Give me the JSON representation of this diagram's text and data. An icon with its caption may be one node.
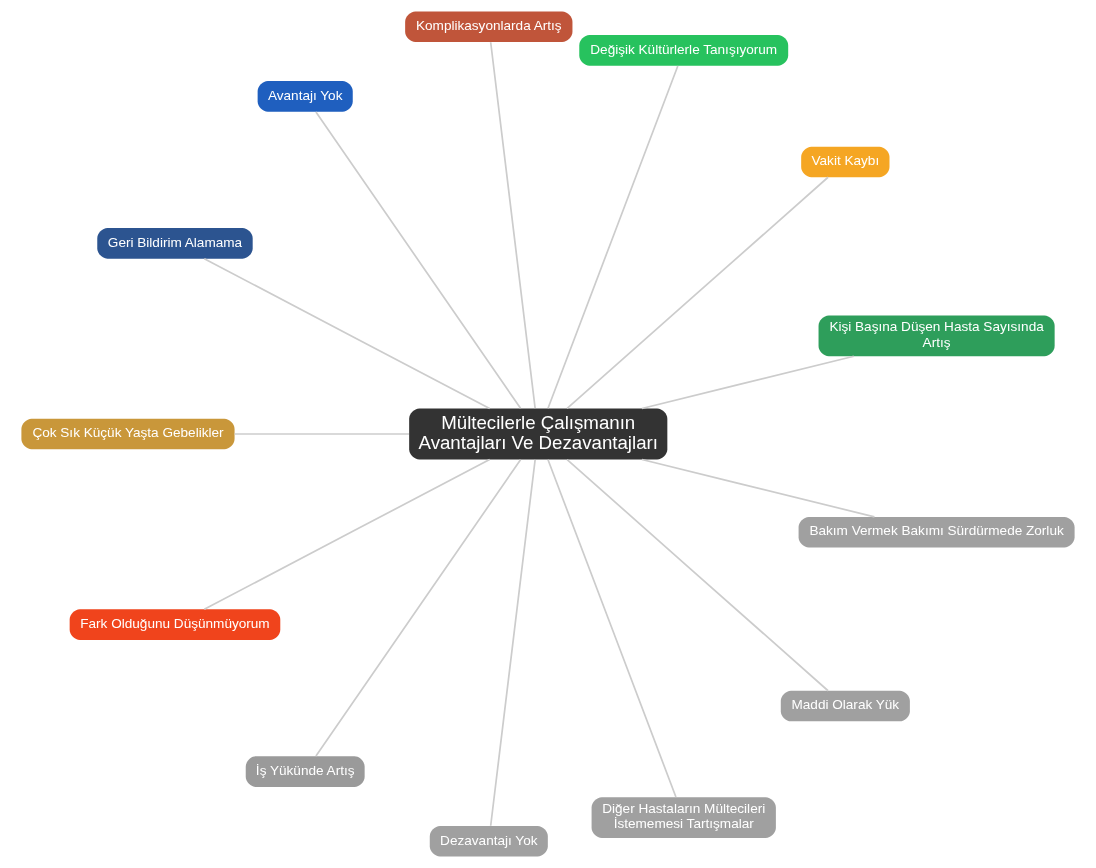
{
  "diagram": {
    "nodes": [
      {
        "text": [
          "Kişi Başına Düşen Hasta Sayısında Artış"
        ]
      },
      {
        "text": [
          "Vakit Kaybı"
        ]
      },
      {
        "text": [
          "Değişik Kültürlerle Tanışıyorum"
        ]
      },
      {
        "text": [
          "Komplikasyonlarda Artış"
        ]
      },
      {
        "text": [
          "Avantajı Yok"
        ]
      },
      {
        "text": [
          "Mültecilerle Çalışmanın Avantajları Ve Dezavantajları"
        ]
      },
      {
        "text": [
          "Geri Bildirim Alamama"
        ]
      },
      {
        "text": [
          "Çok Sık Küçük Yaşta Gebelikler"
        ]
      },
      {
        "text": [
          "Fark Olduğunu Düşünmüyorum"
        ]
      },
      {
        "text": [
          "İş Yükünde Artış"
        ]
      },
      {
        "text": [
          "Dezavantajı Yok"
        ]
      },
      {
        "text": [
          "Diğer Hastaların Mültecileri İstememesi Tartışmalar"
        ]
      },
      {
        "text": [
          "Maddi Olarak Yük"
        ]
      },
      {
        "text": [
          "Bakım Vermek Bakımı Sürdürmede Zorluk"
        ]
      }
    ],
    "edges": [
      {
        "from": 5,
        "to": 0,
        "arrow": "none"
      },
      {
        "from": 5,
        "to": 1,
        "arrow": "none"
      },
      {
        "from": 5,
        "to": 2,
        "arrow": "none"
      },
      {
        "from": 5,
        "to": 3,
        "arrow": "none"
      },
      {
        "from": 5,
        "to": 4,
        "arrow": "none"
      },
      {
        "from": 5,
        "to": 6,
        "arrow": "none"
      },
      {
        "from": 5,
        "to": 7,
        "arrow": "none"
      },
      {
        "from": 5,
        "to": 8,
        "arrow": "none"
      },
      {
        "from": 5,
        "to": 9,
        "arrow": "none"
      },
      {
        "from": 5,
        "to": 10,
        "arrow": "none"
      },
      {
        "from": 5,
        "to": 11,
        "arrow": "none"
      },
      {
        "from": 5,
        "to": 12,
        "arrow": "none"
      },
      {
        "from": 5,
        "to": 13,
        "arrow": "none"
      }
    ]
  }
}
